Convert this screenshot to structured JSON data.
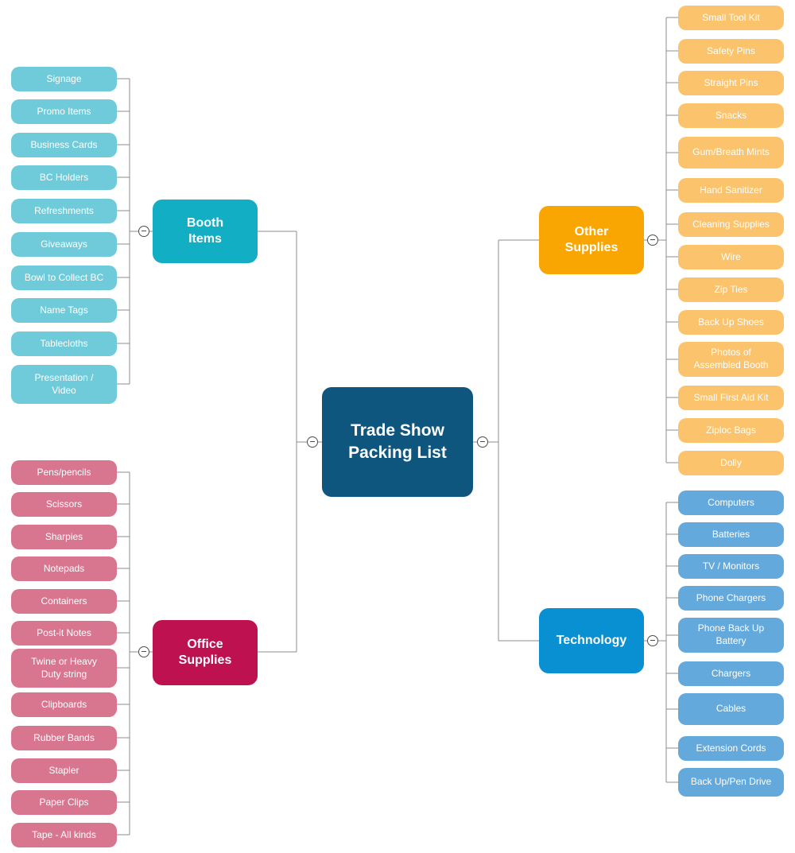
{
  "diagram": {
    "title": "Trade Show Packing List",
    "colors": {
      "connector": "#8C8C8C",
      "toggle_border": "#4D4D4D",
      "center": "#0F567F",
      "text": "#FFFFFF"
    },
    "center": {
      "label": "Trade Show Packing List",
      "color": "#0F567F"
    },
    "branches": [
      {
        "label": "Booth Items",
        "color": "#12AEC3",
        "child_color": "#6FCBDA",
        "children": [
          "Signage",
          "Promo Items",
          "Business Cards",
          "BC Holders",
          "Refreshments",
          "Giveaways",
          "Bowl to Collect BC",
          "Name Tags",
          "Tablecloths",
          "Presentation / Video"
        ]
      },
      {
        "label": "Office Supplies",
        "color": "#BE1250",
        "child_color": "#D8768F",
        "children": [
          "Pens/pencils",
          "Scissors",
          "Sharpies",
          "Notepads",
          "Containers",
          "Post-it Notes",
          "Twine or Heavy Duty string",
          "Clipboards",
          "Rubber Bands",
          "Stapler",
          "Paper Clips",
          "Tape - All kinds"
        ]
      },
      {
        "label": "Other Supplies",
        "color": "#F9A603",
        "child_color": "#FBC36C",
        "children": [
          "Small Tool Kit",
          "Safety Pins",
          "Straight Pins",
          "Snacks",
          "Gum/Breath Mints",
          "Hand Sanitizer",
          "Cleaning Supplies",
          "Wire",
          "Zip Ties",
          "Back Up Shoes",
          "Photos of Assembled Booth",
          "Small First Aid Kit",
          "Ziploc Bags",
          "Dolly"
        ]
      },
      {
        "label": "Technology",
        "color": "#0990D2",
        "child_color": "#64A9DC",
        "children": [
          "Computers",
          "Batteries",
          "TV / Monitors",
          "Phone Chargers",
          "Phone Back Up Battery",
          "Chargers",
          "Cables",
          "Extension Cords",
          "Back Up/Pen Drive"
        ]
      }
    ]
  }
}
